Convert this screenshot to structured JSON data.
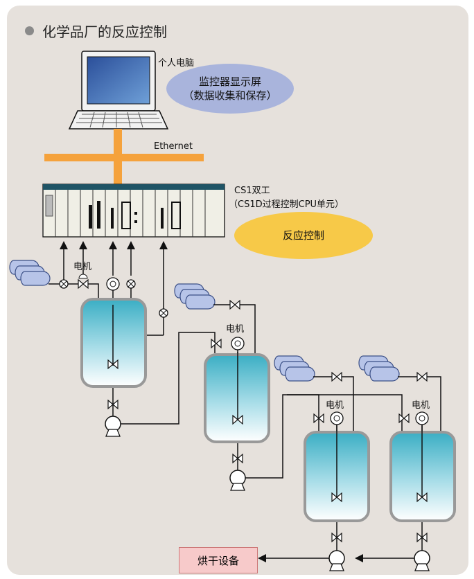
{
  "title": "化学品厂的反应控制",
  "pc": {
    "label": "个人电脑",
    "bubble_line1": "监控器显示屏",
    "bubble_line2": "（数据收集和保存）"
  },
  "network": {
    "label": "Ethernet"
  },
  "plc": {
    "label_line1": "CS1双工",
    "label_line2": "（CS1D过程控制CPU单元）",
    "bubble": "反应控制"
  },
  "motor_label": "电机",
  "dryer": {
    "label": "烘干设备"
  },
  "colors": {
    "panel": "#e6e1dc",
    "bus": "#f5a23c",
    "pc_bubble": "#a9b4dc",
    "plc_bubble": "#f7c948",
    "vessel_liquid": "#5fbccd",
    "dryer_fill": "#f7caca",
    "pipe": "#111111"
  },
  "icons": [
    "computer-icon",
    "plc-rack-icon",
    "tank-icon",
    "valve-icon",
    "motor-icon",
    "pump-icon",
    "gas-cylinder-icon"
  ]
}
